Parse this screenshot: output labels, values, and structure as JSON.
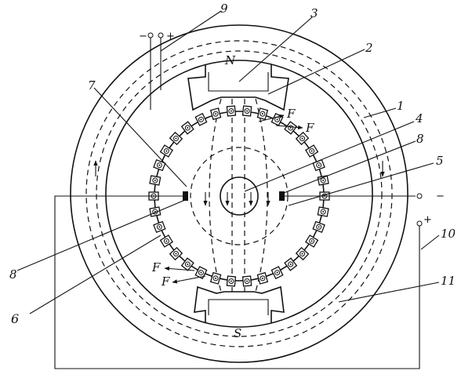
{
  "labels": {
    "n1": "1",
    "n2": "2",
    "n3": "3",
    "n4": "4",
    "n5": "5",
    "n6": "6",
    "n7": "7",
    "n8a": "8",
    "n8b": "8",
    "n9": "9",
    "n10": "10",
    "n11": "11",
    "pole_n": "N",
    "pole_s": "S",
    "force_f": "F"
  },
  "terminals": {
    "minus": "−",
    "plus": "+"
  }
}
